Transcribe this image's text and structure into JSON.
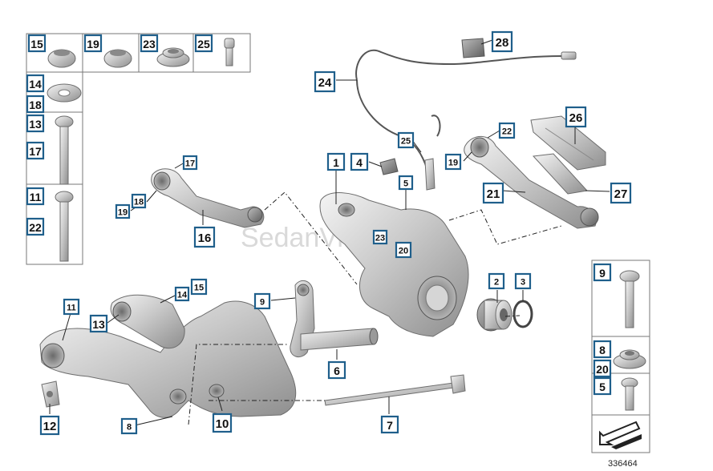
{
  "watermark": "SedanVienAn.vn",
  "reference_number": "336464",
  "fastener_panel_top": [
    {
      "label": "15",
      "part": "hex-nut"
    },
    {
      "label": "19",
      "part": "hex-nut"
    },
    {
      "label": "23",
      "part": "flange-nut"
    },
    {
      "label": "25",
      "part": "socket-screw"
    }
  ],
  "fastener_panel_left": [
    {
      "labels": [
        "14",
        "18"
      ],
      "part": "washer"
    },
    {
      "labels": [
        "13",
        "17"
      ],
      "part": "hex-bolt-long"
    },
    {
      "labels": [
        "11",
        "22"
      ],
      "part": "hex-bolt-long"
    }
  ],
  "fastener_panel_right": [
    {
      "labels": [
        "9"
      ],
      "part": "flange-bolt"
    },
    {
      "labels": [
        "8",
        "20"
      ],
      "part": "flange-nut"
    },
    {
      "labels": [
        "5"
      ],
      "part": "short-screw"
    },
    {
      "labels": [],
      "part": "arrow-symbol"
    }
  ],
  "callouts": [
    "1",
    "2",
    "3",
    "4",
    "5",
    "6",
    "7",
    "8",
    "9",
    "10",
    "11",
    "12",
    "13",
    "14",
    "15",
    "16",
    "17",
    "18",
    "19",
    "20",
    "21",
    "22",
    "23",
    "24",
    "25",
    "26",
    "27",
    "28"
  ]
}
